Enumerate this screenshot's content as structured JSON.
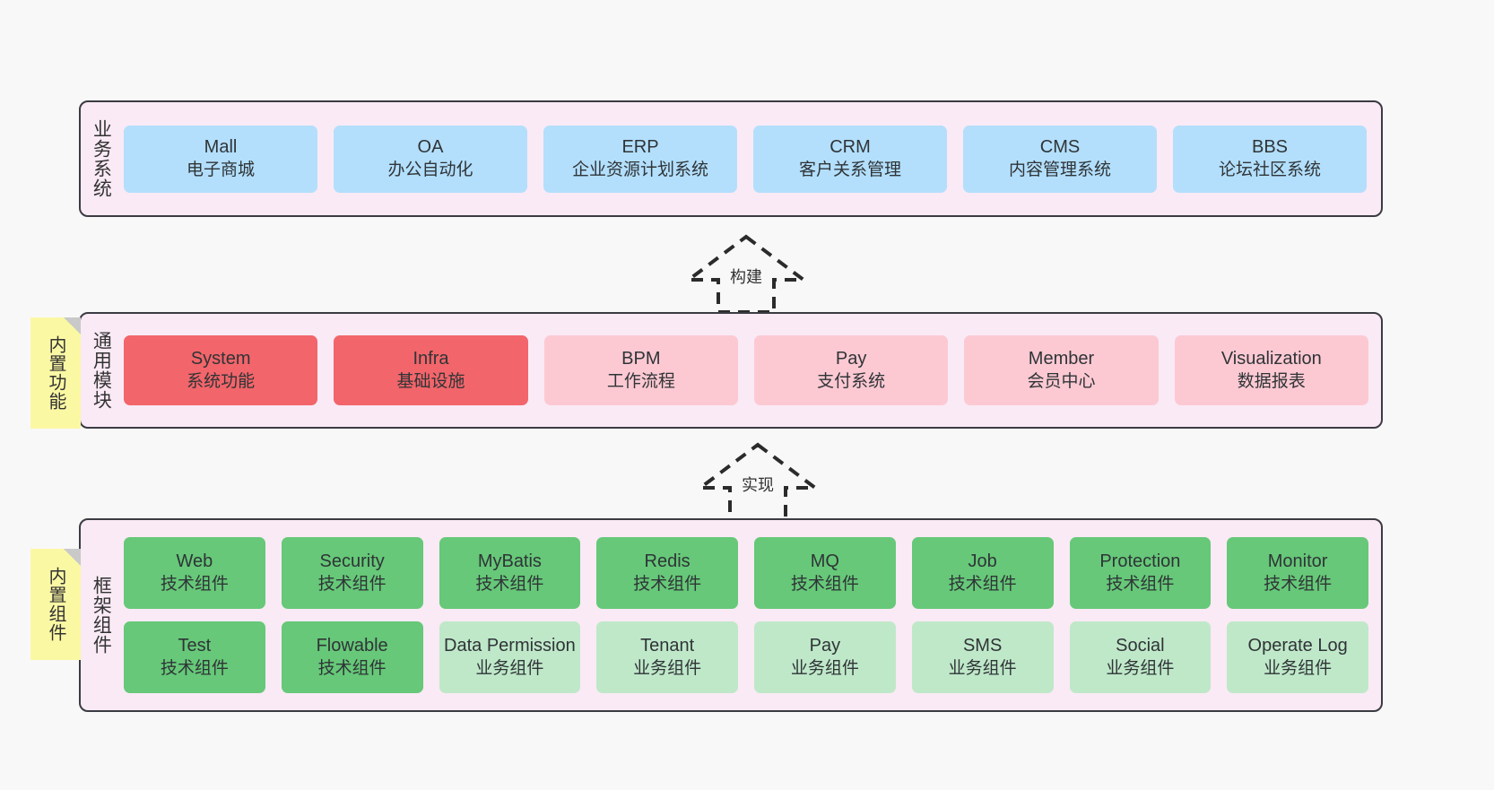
{
  "diagram": {
    "background_color": "#f8f8f8",
    "panel_color": "#f9eaf5",
    "panel_border_color": "#3b3b42",
    "note_color": "#fbf8a4"
  },
  "notes": [
    {
      "label": "内置功能",
      "name": "builtin-functions"
    },
    {
      "label": "内置组件",
      "name": "builtin-components"
    }
  ],
  "arrows": [
    {
      "label": "构建",
      "name": "build-arrow",
      "style": "dashed-hollow-generalization",
      "direction": "up"
    },
    {
      "label": "实现",
      "name": "implement-arrow",
      "style": "dashed-hollow-generalization",
      "direction": "up"
    }
  ],
  "layers": [
    {
      "id": "business",
      "title": "业务系统",
      "color": "#b3dffc",
      "rows": [
        [
          {
            "en": "Mall",
            "cn": "电子商城"
          },
          {
            "en": "OA",
            "cn": "办公自动化"
          },
          {
            "en": "ERP",
            "cn": "企业资源计划系统"
          },
          {
            "en": "CRM",
            "cn": "客户关系管理"
          },
          {
            "en": "CMS",
            "cn": "内容管理系统"
          },
          {
            "en": "BBS",
            "cn": "论坛社区系统"
          }
        ]
      ]
    },
    {
      "id": "common",
      "title": "通用模块",
      "rows": [
        [
          {
            "en": "System",
            "cn": "系统功能",
            "color": "#f2656a"
          },
          {
            "en": "Infra",
            "cn": "基础设施",
            "color": "#f2656a"
          },
          {
            "en": "BPM",
            "cn": "工作流程",
            "color": "#fcc9d3"
          },
          {
            "en": "Pay",
            "cn": "支付系统",
            "color": "#fcc9d3"
          },
          {
            "en": "Member",
            "cn": "会员中心",
            "color": "#fcc9d3"
          },
          {
            "en": "Visualization",
            "cn": "数据报表",
            "color": "#fcc9d3"
          }
        ]
      ]
    },
    {
      "id": "framework",
      "title": "框架组件",
      "rows": [
        [
          {
            "en": "Web",
            "cn": "技术组件",
            "color": "#66c878"
          },
          {
            "en": "Security",
            "cn": "技术组件",
            "color": "#66c878"
          },
          {
            "en": "MyBatis",
            "cn": "技术组件",
            "color": "#66c878"
          },
          {
            "en": "Redis",
            "cn": "技术组件",
            "color": "#66c878"
          },
          {
            "en": "MQ",
            "cn": "技术组件",
            "color": "#66c878"
          },
          {
            "en": "Job",
            "cn": "技术组件",
            "color": "#66c878"
          },
          {
            "en": "Protection",
            "cn": "技术组件",
            "color": "#66c878"
          },
          {
            "en": "Monitor",
            "cn": "技术组件",
            "color": "#66c878"
          }
        ],
        [
          {
            "en": "Test",
            "cn": "技术组件",
            "color": "#66c878"
          },
          {
            "en": "Flowable",
            "cn": "技术组件",
            "color": "#66c878"
          },
          {
            "en": "Data Permission",
            "cn": "业务组件",
            "color": "#bfe8c9"
          },
          {
            "en": "Tenant",
            "cn": "业务组件",
            "color": "#bfe8c9"
          },
          {
            "en": "Pay",
            "cn": "业务组件",
            "color": "#bfe8c9"
          },
          {
            "en": "SMS",
            "cn": "业务组件",
            "color": "#bfe8c9"
          },
          {
            "en": "Social",
            "cn": "业务组件",
            "color": "#bfe8c9"
          },
          {
            "en": "Operate Log",
            "cn": "业务组件",
            "color": "#bfe8c9"
          }
        ]
      ]
    }
  ]
}
